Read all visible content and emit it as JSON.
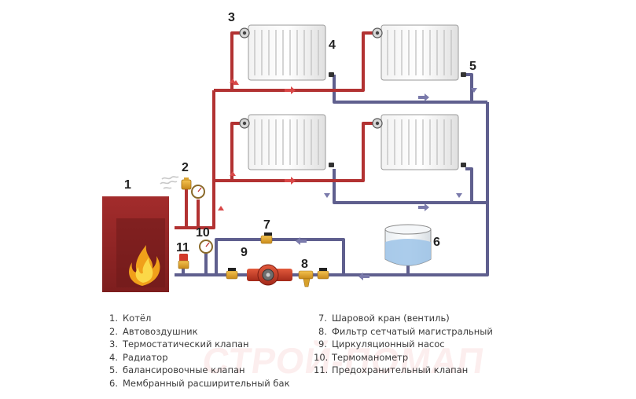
{
  "diagram": {
    "labels": [
      "1",
      "2",
      "3",
      "4",
      "5",
      "6",
      "7",
      "8",
      "9",
      "10",
      "11"
    ]
  },
  "legend": {
    "left": [
      {
        "num": "1.",
        "text": "Котёл"
      },
      {
        "num": "2.",
        "text": "Автовоздушник"
      },
      {
        "num": "3.",
        "text": "Термостатический клапан"
      },
      {
        "num": "4.",
        "text": "Радиатор"
      },
      {
        "num": "5.",
        "text": "балансировочные клапан"
      },
      {
        "num": "6.",
        "text": "Мембранный расширительный бак"
      }
    ],
    "right": [
      {
        "num": "7.",
        "text": "Шаровой кран (вентиль)"
      },
      {
        "num": "8.",
        "text": "Фильтр сетчатый магистральный"
      },
      {
        "num": "9.",
        "text": "Циркуляционный насос"
      },
      {
        "num": "10.",
        "text": "Термоманометр"
      },
      {
        "num": "11.",
        "text": "Предохранительный клапан"
      }
    ]
  },
  "watermark": "СТРОЙ-ПОМАП",
  "colors": {
    "supply_pipe": "#b83434",
    "return_pipe": "#6e6e9c",
    "boiler": "#9c2a2a",
    "flame": "#f5a316"
  }
}
